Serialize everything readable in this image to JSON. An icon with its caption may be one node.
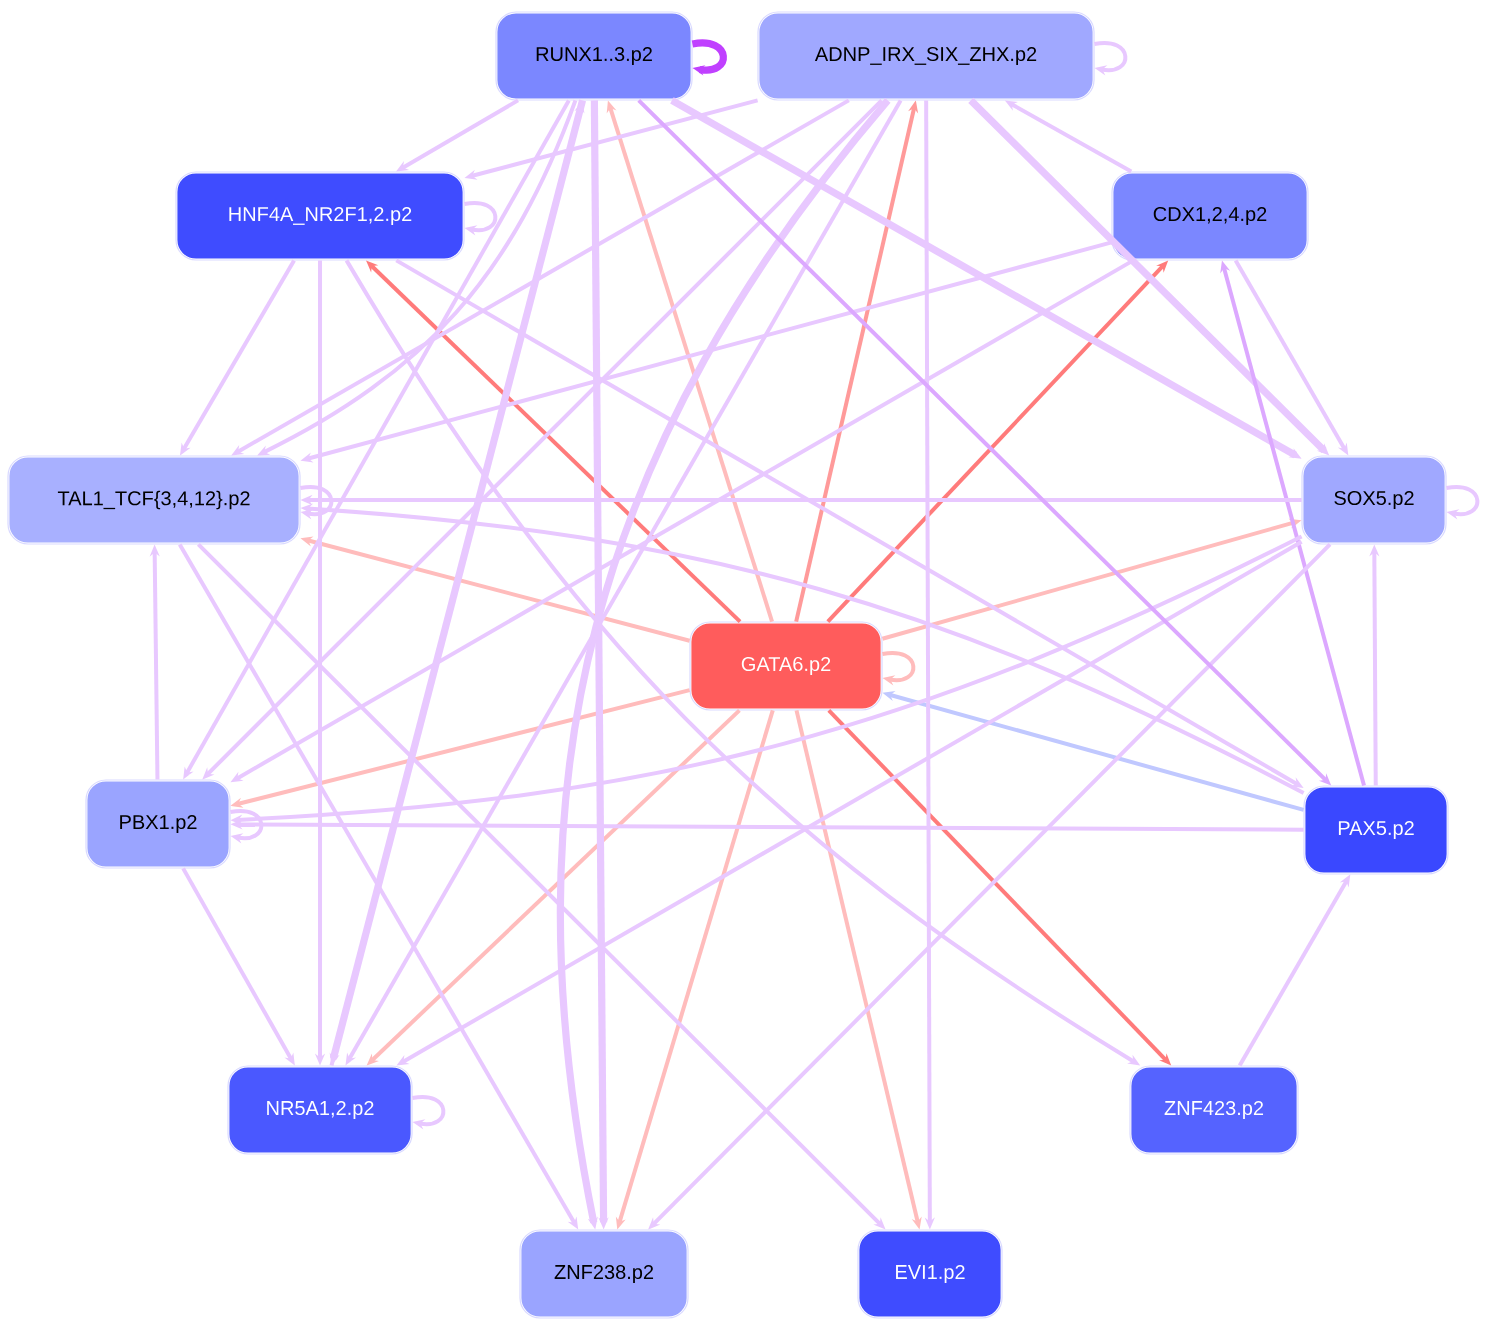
{
  "diagram": {
    "nodes": [
      {
        "text": [
          "RUNX1..3.p2"
        ]
      },
      {
        "text": [
          "ADNP_IRX_SIX_ZHX.p2"
        ]
      },
      {
        "text": [
          "HNF4A_NR2F1,2.p2"
        ]
      },
      {
        "text": [
          "CDX1,2,4.p2"
        ]
      },
      {
        "text": [
          "TAL1_TCF{3,4,12}.p2"
        ]
      },
      {
        "text": [
          "SOX5.p2"
        ]
      },
      {
        "text": [
          "GATA6.p2"
        ]
      },
      {
        "text": [
          "PBX1.p2"
        ]
      },
      {
        "text": [
          "PAX5.p2"
        ]
      },
      {
        "text": [
          "NR5A1,2.p2"
        ]
      },
      {
        "text": [
          "ZNF423.p2"
        ]
      },
      {
        "text": [
          "ZNF238.p2"
        ]
      },
      {
        "text": [
          "EVI1.p2"
        ]
      }
    ],
    "edges": [
      {
        "from": 6,
        "to": 2,
        "arrow": "to",
        "color": "#ff7b7b"
      },
      {
        "from": 6,
        "to": 3,
        "arrow": "to",
        "color": "#ff7b7b"
      },
      {
        "from": 6,
        "to": 10,
        "arrow": "to",
        "color": "#ff7b7b"
      },
      {
        "from": 6,
        "to": 1,
        "arrow": "to",
        "color": "#ff9a9a"
      },
      {
        "from": 6,
        "to": 0,
        "arrow": "to",
        "color": "#ffbcbc"
      },
      {
        "from": 6,
        "to": 4,
        "arrow": "to",
        "color": "#ffbcbc"
      },
      {
        "from": 6,
        "to": 5,
        "arrow": "to",
        "color": "#ffbcbc"
      },
      {
        "from": 6,
        "to": 7,
        "arrow": "to",
        "color": "#ffbcbc"
      },
      {
        "from": 6,
        "to": 9,
        "arrow": "to",
        "color": "#ffbcbc"
      },
      {
        "from": 6,
        "to": 11,
        "arrow": "to",
        "color": "#ffbcbc"
      },
      {
        "from": 6,
        "to": 12,
        "arrow": "to",
        "color": "#ffbcbc"
      },
      {
        "from": 6,
        "to": 6,
        "arrow": "to",
        "color": "#ffbcbc"
      },
      {
        "from": 8,
        "to": 6,
        "arrow": "to",
        "color": "#c0c8ff"
      },
      {
        "from": 0,
        "to": 0,
        "arrow": "to",
        "style": "thick",
        "color": "#c040ff"
      },
      {
        "from": 1,
        "to": 1,
        "arrow": "to"
      },
      {
        "from": 2,
        "to": 2,
        "arrow": "to"
      },
      {
        "from": 4,
        "to": 4,
        "arrow": "to"
      },
      {
        "from": 5,
        "to": 5,
        "arrow": "to"
      },
      {
        "from": 7,
        "to": 7,
        "arrow": "to"
      },
      {
        "from": 9,
        "to": 9,
        "arrow": "to"
      },
      {
        "from": 0,
        "to": 2,
        "arrow": "to"
      },
      {
        "from": 1,
        "to": 2,
        "arrow": "to"
      },
      {
        "from": 3,
        "to": 1,
        "arrow": "to"
      },
      {
        "from": 3,
        "to": 5,
        "arrow": "to"
      },
      {
        "from": 1,
        "to": 5,
        "arrow": "to",
        "style": "thick"
      },
      {
        "from": 0,
        "to": 5,
        "arrow": "to",
        "style": "thick"
      },
      {
        "from": 8,
        "to": 3,
        "arrow": "to",
        "color": "#dca8ff"
      },
      {
        "from": 8,
        "to": 5,
        "arrow": "to"
      },
      {
        "from": 10,
        "to": 8,
        "arrow": "to"
      },
      {
        "from": 0,
        "to": 9,
        "arrow": "to",
        "style": "thick"
      },
      {
        "from": 0,
        "to": 11,
        "arrow": "to",
        "style": "thick"
      },
      {
        "from": 1,
        "to": 11,
        "arrow": "to",
        "style": "thick"
      },
      {
        "from": 1,
        "to": 7,
        "arrow": "to"
      },
      {
        "from": 1,
        "to": 4,
        "arrow": "to"
      },
      {
        "from": 0,
        "to": 4,
        "arrow": "to"
      },
      {
        "from": 2,
        "to": 4,
        "arrow": "to"
      },
      {
        "from": 2,
        "to": 9,
        "arrow": "to"
      },
      {
        "from": 7,
        "to": 4,
        "arrow": "to"
      },
      {
        "from": 7,
        "to": 9,
        "arrow": "to"
      },
      {
        "from": 0,
        "to": 7,
        "arrow": "to"
      },
      {
        "from": 5,
        "to": 4,
        "arrow": "to"
      },
      {
        "from": 5,
        "to": 7,
        "arrow": "to"
      },
      {
        "from": 5,
        "to": 9,
        "arrow": "to"
      },
      {
        "from": 5,
        "to": 11,
        "arrow": "to"
      },
      {
        "from": 8,
        "to": 4,
        "arrow": "to"
      },
      {
        "from": 1,
        "to": 12,
        "arrow": "to"
      },
      {
        "from": 2,
        "to": 10,
        "arrow": "to"
      },
      {
        "from": 4,
        "to": 12,
        "arrow": "to"
      },
      {
        "from": 4,
        "to": 11,
        "arrow": "to"
      },
      {
        "from": 8,
        "to": 7,
        "arrow": "to"
      },
      {
        "from": 1,
        "to": 9,
        "arrow": "to"
      },
      {
        "from": 3,
        "to": 4,
        "arrow": "to"
      },
      {
        "from": 3,
        "to": 7,
        "arrow": "to"
      },
      {
        "from": 2,
        "to": 8,
        "arrow": "to"
      },
      {
        "from": 0,
        "to": 8,
        "arrow": "to",
        "color": "#dca8ff"
      },
      {
        "from": 9,
        "to": 0,
        "arrow": "to"
      }
    ]
  }
}
